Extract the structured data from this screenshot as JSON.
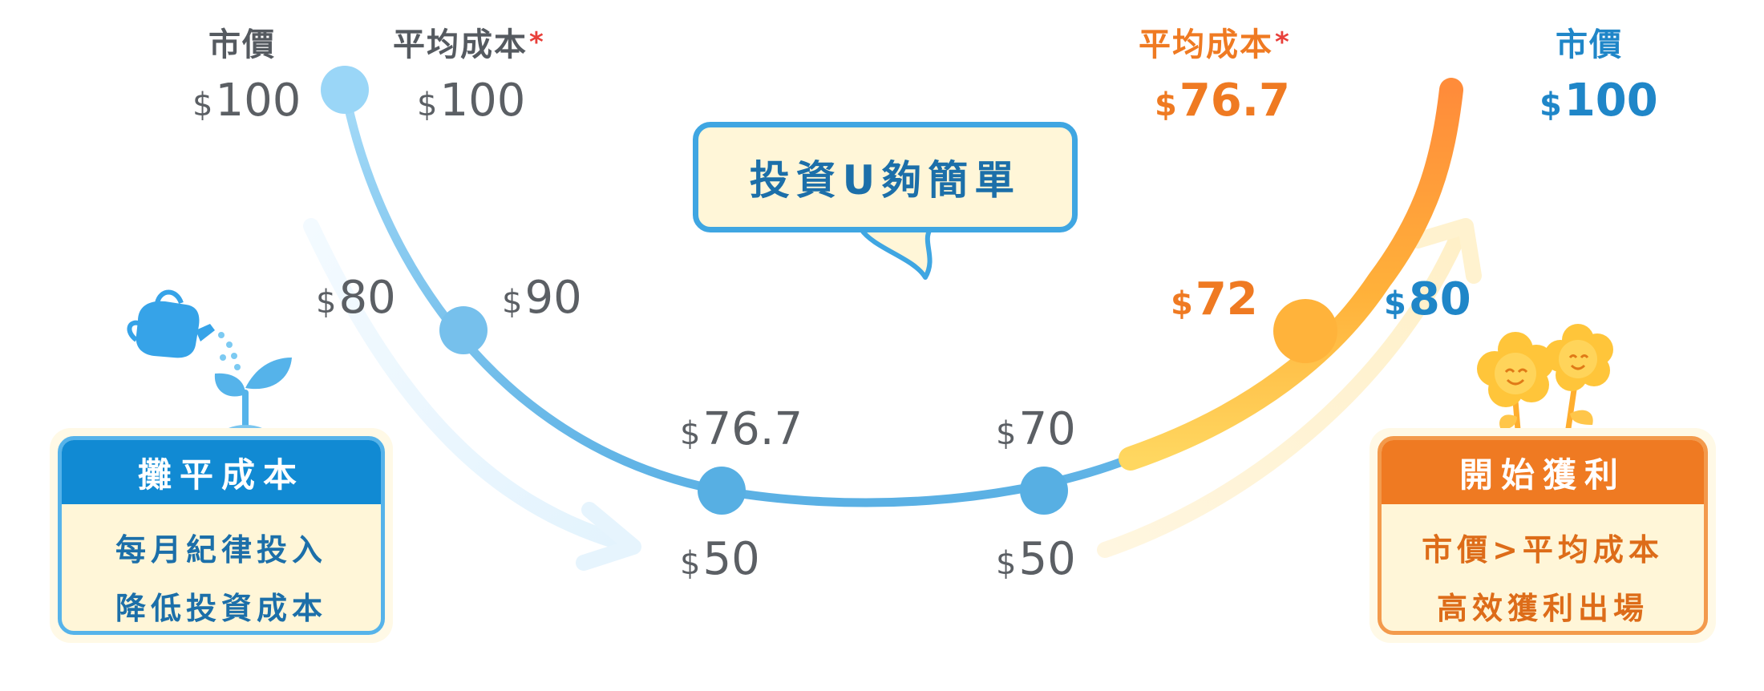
{
  "left_header": {
    "market_label": "市價",
    "market_price": "100",
    "avg_label": "平均成本",
    "avg_star": "*",
    "avg_price": "100"
  },
  "right_header": {
    "avg_label": "平均成本",
    "avg_star": "*",
    "avg_price": "76.7",
    "market_label": "市價",
    "market_price": "100"
  },
  "currency_symbol": "$",
  "curve_labels": {
    "p80_left": "80",
    "p90_left": "90",
    "p76_bottom": "76.7",
    "p50_left": "50",
    "p70_bottom": "70",
    "p50_right": "50",
    "p72_right": "72",
    "p80_right": "80"
  },
  "bubble": {
    "title": "投資U夠簡單"
  },
  "left_card": {
    "title": "攤平成本",
    "line1": "每月紀律投入",
    "line2": "降低投資成本"
  },
  "right_card": {
    "title": "開始獲利",
    "line1": "市價>平均成本",
    "line2": "高效獲利出場"
  },
  "colors": {
    "blue_curve": "#5fb3e6",
    "orange_curve": "#ff9a3c",
    "yellow_curve": "#ffd35a",
    "blue_accent": "#1f86c8",
    "orange_accent": "#ef7a22"
  },
  "icons": [
    "watering-can-icon",
    "sprout-icon",
    "smiling-flowers-icon"
  ]
}
